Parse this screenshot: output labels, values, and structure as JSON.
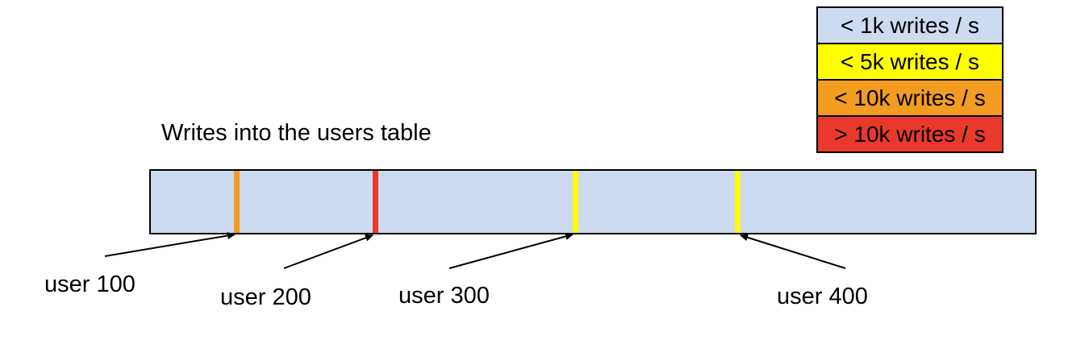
{
  "title": "Writes into the users table",
  "legend": {
    "items": [
      {
        "label": "< 1k writes / s",
        "color": "#ccdbf0"
      },
      {
        "label": "< 5k writes / s",
        "color": "#ffff00"
      },
      {
        "label": "< 10k writes / s",
        "color": "#f39c1f"
      },
      {
        "label": "> 10k writes / s",
        "color": "#e8392a"
      }
    ]
  },
  "bar": {
    "fill": "#ccdbf0",
    "border_color": "#000000",
    "stripes": [
      {
        "user": "user 100",
        "color": "#f39c1f"
      },
      {
        "user": "user 200",
        "color": "#e8392a"
      },
      {
        "user": "user 300",
        "color": "#ffff00"
      },
      {
        "user": "user 400",
        "color": "#ffff00"
      }
    ]
  },
  "labels": [
    {
      "text": "user 100"
    },
    {
      "text": "user 200"
    },
    {
      "text": "user 300"
    },
    {
      "text": "user 400"
    }
  ]
}
